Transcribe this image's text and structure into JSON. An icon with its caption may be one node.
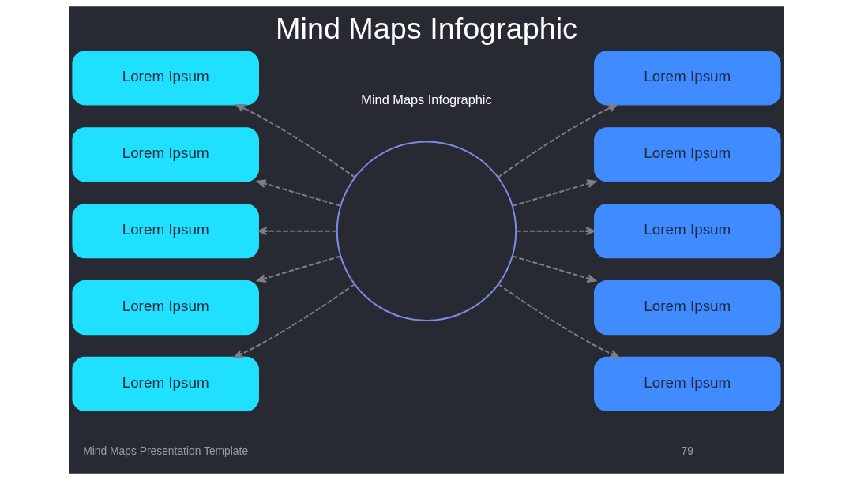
{
  "diagram": {
    "title": "Mind Maps Infographic",
    "nodes": [
      {
        "text": [],
        "shape": "circle"
      },
      {
        "text": [
          "Lorem Ipsum"
        ]
      },
      {
        "text": [
          "Lorem Ipsum"
        ]
      },
      {
        "text": [
          "Lorem Ipsum"
        ]
      },
      {
        "text": [
          "Lorem Ipsum"
        ]
      },
      {
        "text": [
          "Lorem Ipsum"
        ]
      },
      {
        "text": [
          "Lorem Ipsum"
        ]
      },
      {
        "text": [
          "Lorem Ipsum"
        ]
      },
      {
        "text": [
          "Lorem Ipsum"
        ]
      },
      {
        "text": [
          "Lorem Ipsum"
        ]
      },
      {
        "text": [
          "Lorem Ipsum"
        ]
      }
    ],
    "edges": [
      {
        "from": 0,
        "to": 1,
        "arrow": "to",
        "style": "dashed"
      },
      {
        "from": 0,
        "to": 2,
        "arrow": "to",
        "style": "dashed"
      },
      {
        "from": 0,
        "to": 3,
        "arrow": "to",
        "style": "dashed"
      },
      {
        "from": 0,
        "to": 4,
        "arrow": "to",
        "style": "dashed"
      },
      {
        "from": 0,
        "to": 5,
        "arrow": "to",
        "style": "dashed"
      },
      {
        "from": 0,
        "to": 6,
        "arrow": "to",
        "style": "dashed"
      },
      {
        "from": 0,
        "to": 7,
        "arrow": "to",
        "style": "dashed"
      },
      {
        "from": 0,
        "to": 8,
        "arrow": "to",
        "style": "dashed"
      },
      {
        "from": 0,
        "to": 9,
        "arrow": "to",
        "style": "dashed"
      },
      {
        "from": 0,
        "to": 10,
        "arrow": "to",
        "style": "dashed"
      }
    ],
    "labels": [
      "Mind Maps Infographic",
      "Mind Maps Presentation Template",
      "79"
    ]
  }
}
